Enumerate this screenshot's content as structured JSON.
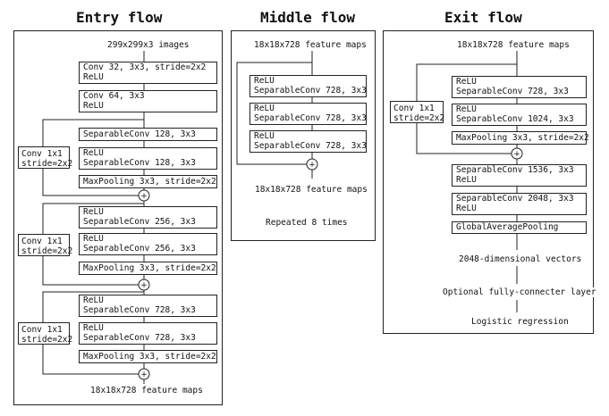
{
  "titles": {
    "entry": "Entry flow",
    "middle": "Middle flow",
    "exit": "Exit flow"
  },
  "entry": {
    "input_label": "299x299x3 images",
    "blocks": [
      {
        "lines": [
          "Conv 32, 3x3, stride=2x2",
          "ReLU"
        ]
      },
      {
        "lines": [
          "Conv 64, 3x3",
          "ReLU"
        ]
      },
      {
        "lines": [
          "SeparableConv 128, 3x3"
        ]
      },
      {
        "lines": [
          "ReLU",
          "SeparableConv 128, 3x3"
        ]
      },
      {
        "lines": [
          "MaxPooling 3x3, stride=2x2"
        ]
      },
      {
        "lines": [
          "ReLU",
          "SeparableConv 256, 3x3"
        ]
      },
      {
        "lines": [
          "ReLU",
          "SeparableConv 256, 3x3"
        ]
      },
      {
        "lines": [
          "MaxPooling 3x3, stride=2x2"
        ]
      },
      {
        "lines": [
          "ReLU",
          "SeparableConv 728, 3x3"
        ]
      },
      {
        "lines": [
          "ReLU",
          "SeparableConv 728, 3x3"
        ]
      },
      {
        "lines": [
          "MaxPooling 3x3, stride=2x2"
        ]
      }
    ],
    "skip_blocks": [
      {
        "lines": [
          "Conv 1x1",
          "stride=2x2"
        ]
      },
      {
        "lines": [
          "Conv 1x1",
          "stride=2x2"
        ]
      },
      {
        "lines": [
          "Conv 1x1",
          "stride=2x2"
        ]
      }
    ],
    "output_label": "18x18x728 feature maps"
  },
  "middle": {
    "input_label": "18x18x728 feature maps",
    "blocks": [
      {
        "lines": [
          "ReLU",
          "SeparableConv 728, 3x3"
        ]
      },
      {
        "lines": [
          "ReLU",
          "SeparableConv 728, 3x3"
        ]
      },
      {
        "lines": [
          "ReLU",
          "SeparableConv 728, 3x3"
        ]
      }
    ],
    "output_label": "18x18x728 feature maps",
    "repeat_label": "Repeated 8 times"
  },
  "exit": {
    "input_label": "18x18x728 feature maps",
    "blocks": [
      {
        "lines": [
          "ReLU",
          "SeparableConv 728, 3x3"
        ]
      },
      {
        "lines": [
          "ReLU",
          "SeparableConv 1024, 3x3"
        ]
      },
      {
        "lines": [
          "MaxPooling 3x3, stride=2x2"
        ]
      },
      {
        "lines": [
          "SeparableConv 1536, 3x3",
          "ReLU"
        ]
      },
      {
        "lines": [
          "SeparableConv 2048, 3x3",
          "ReLU"
        ]
      },
      {
        "lines": [
          "GlobalAveragePooling"
        ]
      }
    ],
    "skip_block": {
      "lines": [
        "Conv 1x1",
        "stride=2x2"
      ]
    },
    "vectors_label": "2048-dimensional vectors",
    "fc_label": "Optional fully-connecter layer",
    "regression_label": "Logistic regression"
  },
  "symbols": {
    "add": "+"
  }
}
